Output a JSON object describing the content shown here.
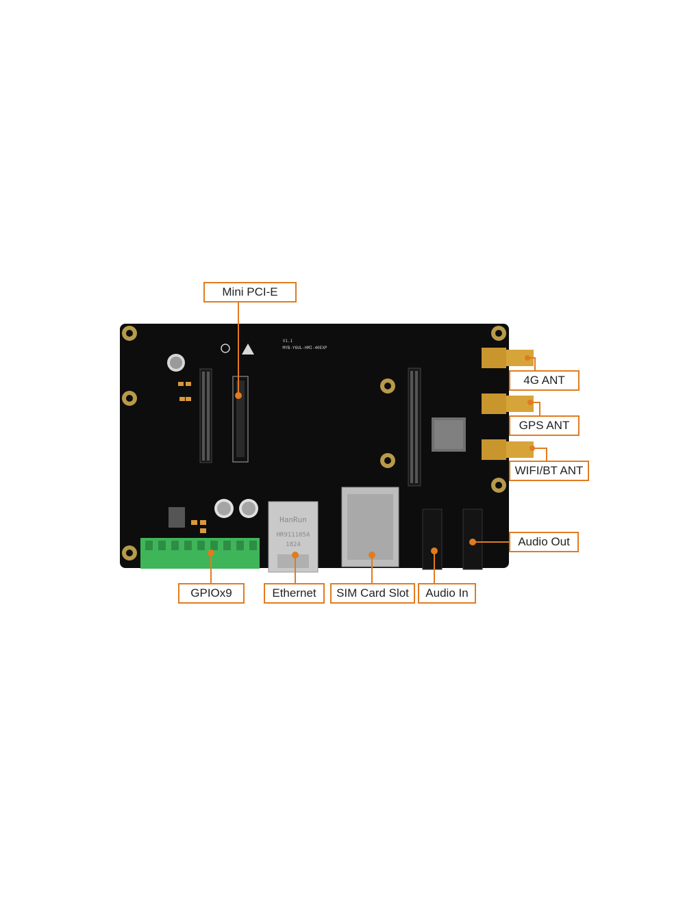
{
  "board": {
    "version_text": "V1.1",
    "model_text": "MYB-Y6UL-HMI-40EXP",
    "rj45_brand": "HanRun",
    "rj45_part": "HR911105A",
    "rj45_code": "1824"
  },
  "labels": {
    "mini_pcie": "Mini PCI-E",
    "ant_4g": "4G ANT",
    "ant_gps": "GPS ANT",
    "ant_wifi": "WIFI/BT ANT",
    "audio_out": "Audio Out",
    "gpio": "GPIOx9",
    "ethernet": "Ethernet",
    "sim_slot": "SIM Card Slot",
    "audio_in": "Audio In"
  },
  "colors": {
    "callout_border": "#e07b1f",
    "pcb": "#0d0d0d",
    "terminal_block": "#3fb55a",
    "sma_gold": "#c9962e"
  }
}
